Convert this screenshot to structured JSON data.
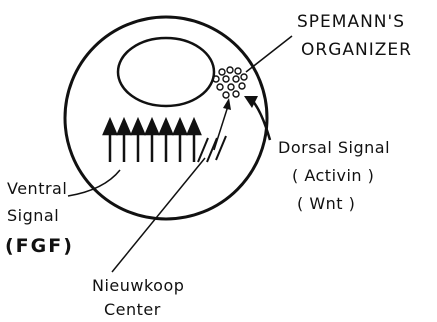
{
  "diagram": {
    "labels": {
      "organizer_line1": "SPEMANN'S",
      "organizer_line2": "ORGANIZER",
      "dorsal_signal": "Dorsal Signal",
      "dorsal_activin": "( Activin )",
      "dorsal_wnt": "( Wnt )",
      "ventral_line1": "Ventral",
      "ventral_line2": "Signal",
      "ventral_fgf": "(FGF)",
      "nieuwkoop_line1": "Nieuwkoop",
      "nieuwkoop_line2": "Center"
    },
    "colors": {
      "ink": "#111111",
      "background": "#ffffff"
    }
  }
}
